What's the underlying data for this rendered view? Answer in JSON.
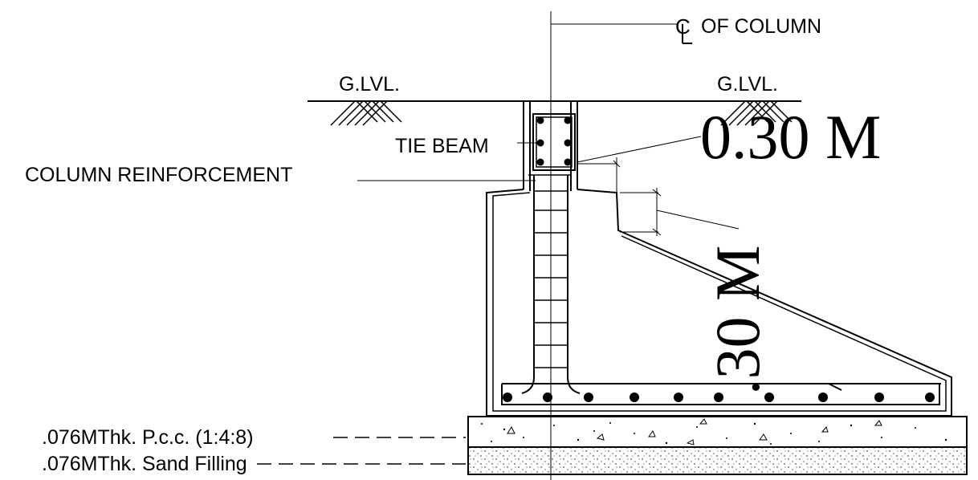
{
  "labels": {
    "cl_column": "OF COLUMN",
    "ground_left": "G.LVL.",
    "ground_right": "G.LVL.",
    "tie_beam": "TIE BEAM",
    "column_reinforcement": "COLUMN REINFORCEMENT",
    "dim_horizontal": "0.30 M",
    "dim_slope": ".30 M",
    "pcc_layer": ".076MThk. P.c.c. (1:4:8)",
    "sand_layer": ".076MThk. Sand Filling"
  }
}
